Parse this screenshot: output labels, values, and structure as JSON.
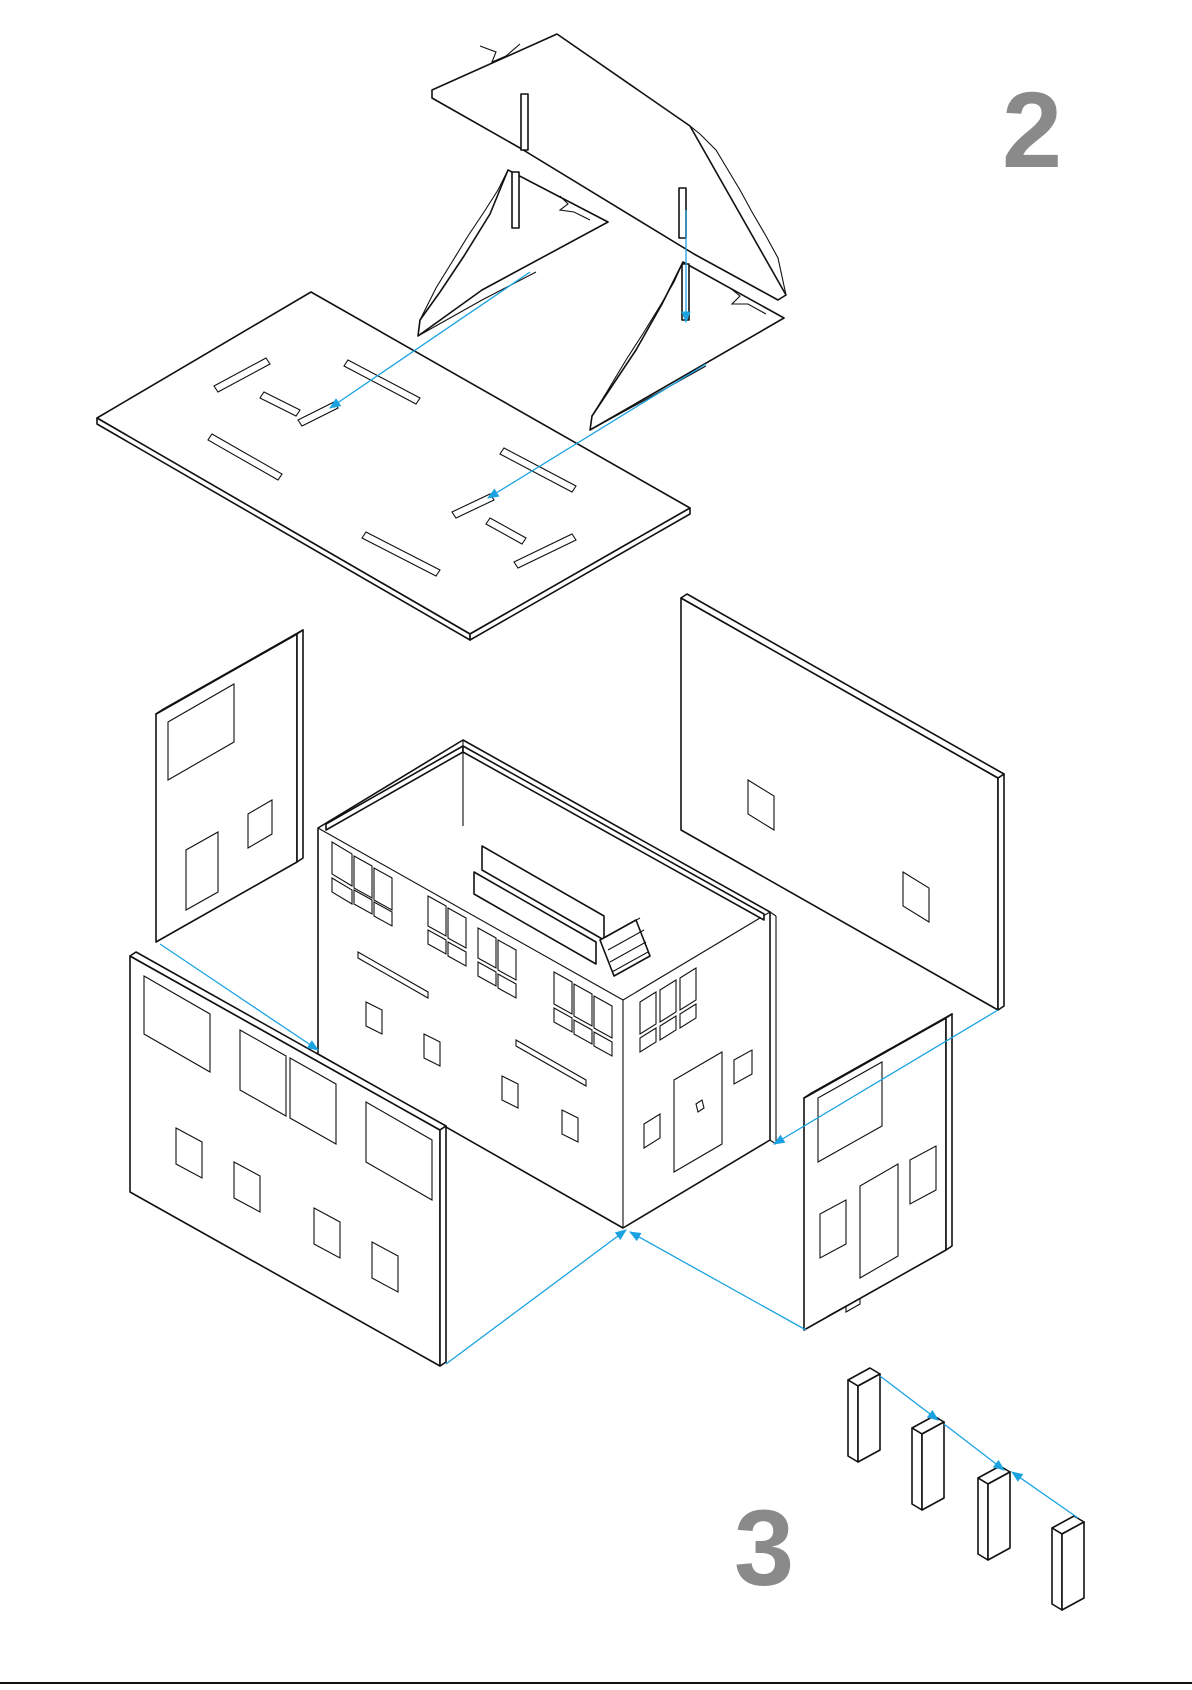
{
  "steps": {
    "top": "2",
    "bottom": "3"
  },
  "colors": {
    "arrow": "#1aa3e0",
    "step_number": "#8a8a8a",
    "line": "#111111"
  },
  "parts": [
    "roof-panel",
    "gable-panel-left",
    "gable-panel-right",
    "floor-panel",
    "house-core",
    "side-wall-left",
    "front-wall",
    "back-wall",
    "side-wall-right",
    "spacer-blocks"
  ]
}
